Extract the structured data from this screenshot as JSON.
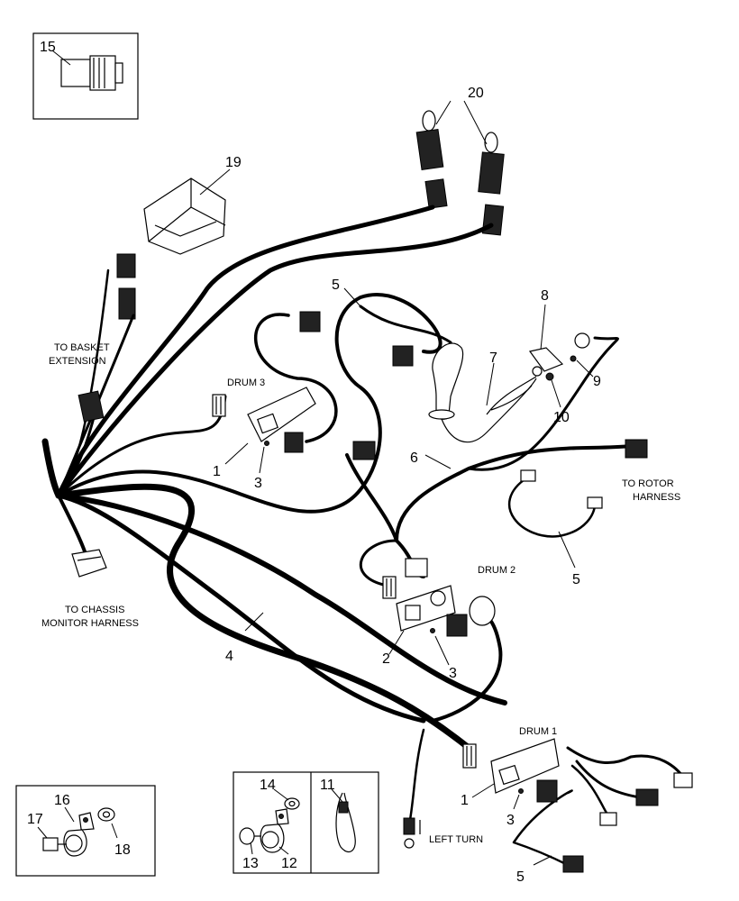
{
  "callouts": {
    "c15": "15",
    "c20": "20",
    "c19": "19",
    "c5a": "5",
    "c8": "8",
    "c7": "7",
    "c9": "9",
    "c10": "10",
    "c1a": "1",
    "c3a": "3",
    "c6": "6",
    "c5b": "5",
    "c4": "4",
    "c2": "2",
    "c3b": "3",
    "c1b": "1",
    "c3c": "3",
    "c5c": "5",
    "c17": "17",
    "c16": "16",
    "c18": "18",
    "c14": "14",
    "c11": "11",
    "c13": "13",
    "c12": "12"
  },
  "captions": {
    "basket_line1": "TO BASKET",
    "basket_line2": "EXTENSION",
    "drum3": "DRUM 3",
    "rotor_line1": "TO ROTOR",
    "rotor_line2": "HARNESS",
    "drum2": "DRUM 2",
    "chassis_line1": "TO CHASSIS",
    "chassis_line2": "MONITOR HARNESS",
    "drum1": "DRUM 1",
    "left_turn": "LEFT TURN"
  }
}
